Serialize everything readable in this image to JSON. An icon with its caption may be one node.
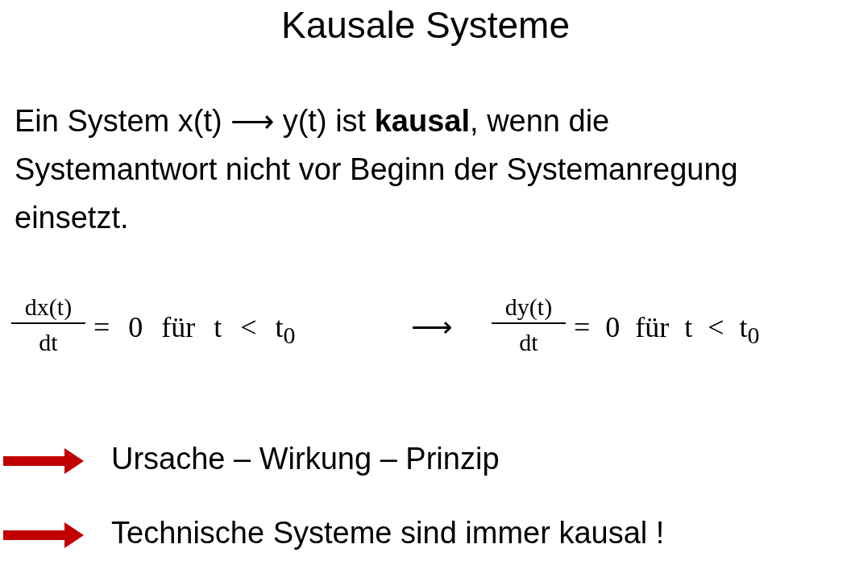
{
  "diagram": {
    "title": "Kausale Systeme",
    "labels": [
      "Ein System x(t) ⟶ y(t) ist **kausal**, wenn die Systemantwort nicht vor Beginn der Systemanregung einsetzt.",
      "dx(t)",
      "dt",
      "= 0 für t < t$_{0}$",
      "⟶",
      "dy(t)",
      "dt",
      "= 0 für t < t$_{0}$",
      "Ursache – Wirkung – Prinzip",
      "Technische Systeme sind immer kausal !"
    ]
  }
}
